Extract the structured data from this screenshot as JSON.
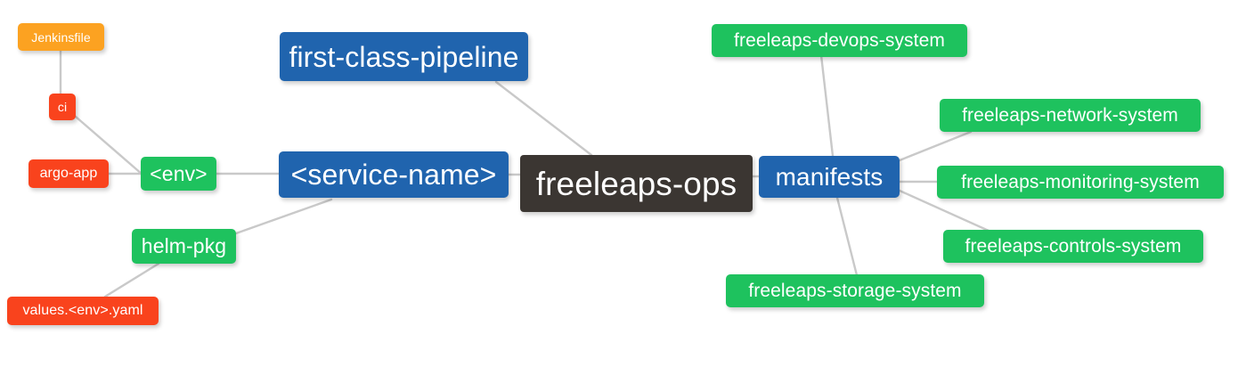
{
  "diagram": {
    "type": "mindmap",
    "title": "freeleaps-ops",
    "background_color": "#ffffff",
    "edge_color": "#c9c9c9",
    "palette": {
      "root": "#3b3632",
      "blue": "#2064ae",
      "green": "#1ec25e",
      "orange": "#fca221",
      "red": "#f9431d",
      "text": "#ffffff"
    }
  },
  "nodes": {
    "root": {
      "label": "freeleaps-ops",
      "color": "#3b3632"
    },
    "first_class_pipeline": {
      "label": "first-class-pipeline",
      "color": "#2064ae"
    },
    "service_name": {
      "label": "<service-name>",
      "color": "#2064ae"
    },
    "manifests": {
      "label": "manifests",
      "color": "#2064ae"
    },
    "env": {
      "label": "<env>",
      "color": "#1ec25e"
    },
    "helm_pkg": {
      "label": "helm-pkg",
      "color": "#1ec25e"
    },
    "jenkinsfile": {
      "label": "Jenkinsfile",
      "color": "#fca221"
    },
    "ci": {
      "label": "ci",
      "color": "#f9431d"
    },
    "argo_app": {
      "label": "argo-app",
      "color": "#f9431d"
    },
    "values_yaml": {
      "label": "values.<env>.yaml",
      "color": "#f9431d"
    },
    "devops_system": {
      "label": "freeleaps-devops-system",
      "color": "#1ec25e"
    },
    "network_system": {
      "label": "freeleaps-network-system",
      "color": "#1ec25e"
    },
    "monitoring_system": {
      "label": "freeleaps-monitoring-system",
      "color": "#1ec25e"
    },
    "controls_system": {
      "label": "freeleaps-controls-system",
      "color": "#1ec25e"
    },
    "storage_system": {
      "label": "freeleaps-storage-system",
      "color": "#1ec25e"
    }
  },
  "edges": [
    {
      "from": "root",
      "to": "first_class_pipeline"
    },
    {
      "from": "root",
      "to": "service_name"
    },
    {
      "from": "root",
      "to": "manifests"
    },
    {
      "from": "service_name",
      "to": "env"
    },
    {
      "from": "service_name",
      "to": "helm_pkg"
    },
    {
      "from": "env",
      "to": "ci"
    },
    {
      "from": "env",
      "to": "argo_app"
    },
    {
      "from": "ci",
      "to": "jenkinsfile"
    },
    {
      "from": "helm_pkg",
      "to": "values_yaml"
    },
    {
      "from": "manifests",
      "to": "devops_system"
    },
    {
      "from": "manifests",
      "to": "network_system"
    },
    {
      "from": "manifests",
      "to": "monitoring_system"
    },
    {
      "from": "manifests",
      "to": "controls_system"
    },
    {
      "from": "manifests",
      "to": "storage_system"
    }
  ]
}
